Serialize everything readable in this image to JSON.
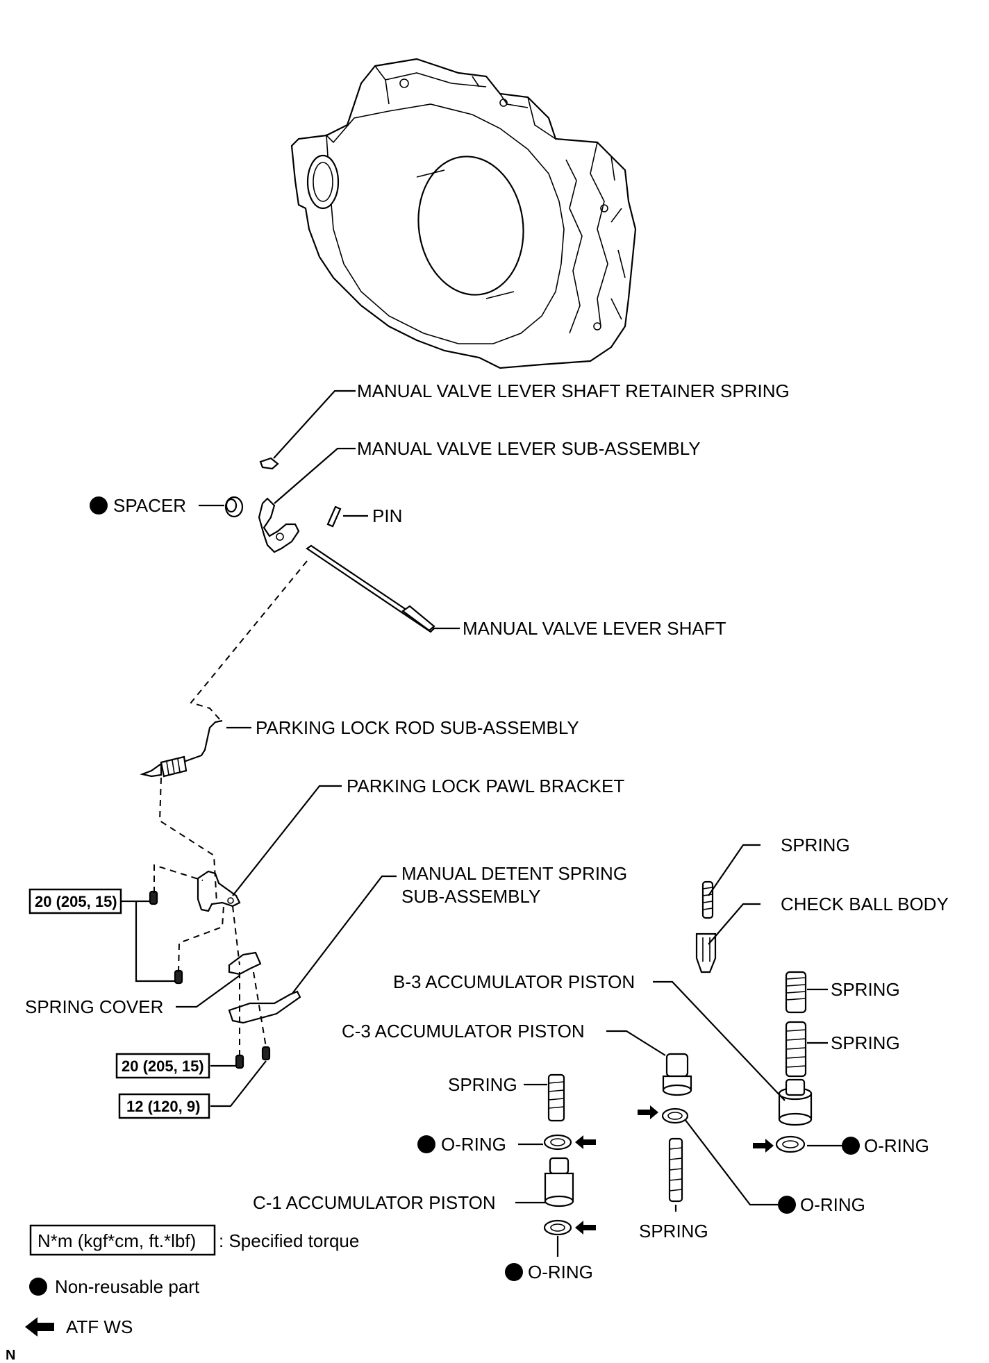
{
  "labels": {
    "retainer_spring": "MANUAL VALVE LEVER SHAFT RETAINER SPRING",
    "lever_sub": "MANUAL VALVE LEVER SUB-ASSEMBLY",
    "spacer": "SPACER",
    "pin": "PIN",
    "lever_shaft": "MANUAL VALVE LEVER SHAFT",
    "parking_rod": "PARKING LOCK ROD SUB-ASSEMBLY",
    "pawl_bracket": "PARKING LOCK PAWL BRACKET",
    "detent_spring_line1": "MANUAL DETENT SPRING",
    "detent_spring_line2": "SUB-ASSEMBLY",
    "spring_cover": "SPRING COVER",
    "spring_top": "SPRING",
    "check_ball_body": "CHECK BALL BODY",
    "b3_piston": "B-3 ACCUMULATOR PISTON",
    "b3_spring1": "SPRING",
    "b3_spring2": "SPRING",
    "c3_piston": "C-3 ACCUMULATOR PISTON",
    "b3_oring": "O-RING",
    "c1_spring": "SPRING",
    "c1_oring_top": "O-RING",
    "c1_piston": "C-1 ACCUMULATOR PISTON",
    "c1_oring_bottom": "O-RING",
    "c3_oring": "O-RING",
    "c3_spring": "SPRING"
  },
  "torques": {
    "bracket_bolts": "20 (205, 15)",
    "detent_bolt": "20 (205, 15)",
    "cover_bolt": "12 (120, 9)"
  },
  "legend": {
    "torque_box": "N*m (kgf*cm, ft.*lbf)",
    "torque_desc": ": Specified torque",
    "nonreusable": "Non-reusable part",
    "atf": "ATF WS"
  },
  "corner_code": "N"
}
